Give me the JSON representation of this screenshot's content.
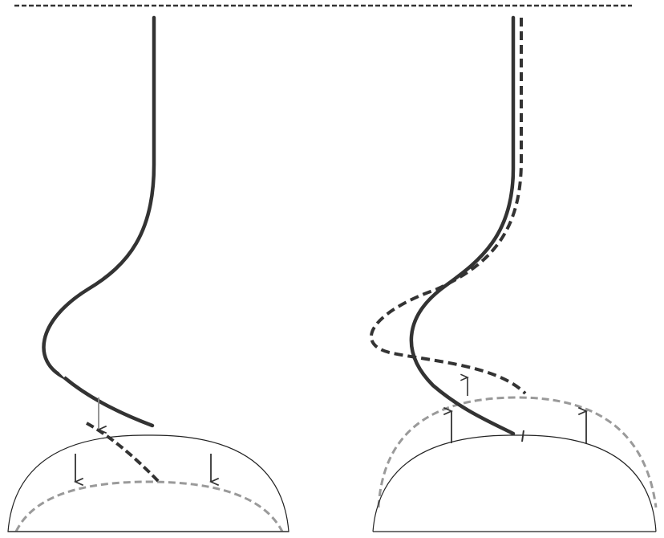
{
  "colors": {
    "background": "#ffffff",
    "stroke_dark": "#333333",
    "stroke_dome": "#222222",
    "stroke_dashed_gray": "#9a9a9a",
    "arrow_gray": "#8a8a8a"
  },
  "panels": [
    {
      "id": "left",
      "elements": [
        "rod-curve-solid",
        "rod-curve-dashed-extension",
        "dome-solid",
        "dome-dashed-lowered",
        "down-arrows"
      ]
    },
    {
      "id": "right",
      "elements": [
        "rod-curve-solid",
        "rod-curve-dashed-offset",
        "dome-solid",
        "dome-dashed-raised",
        "up-arrows"
      ]
    }
  ]
}
